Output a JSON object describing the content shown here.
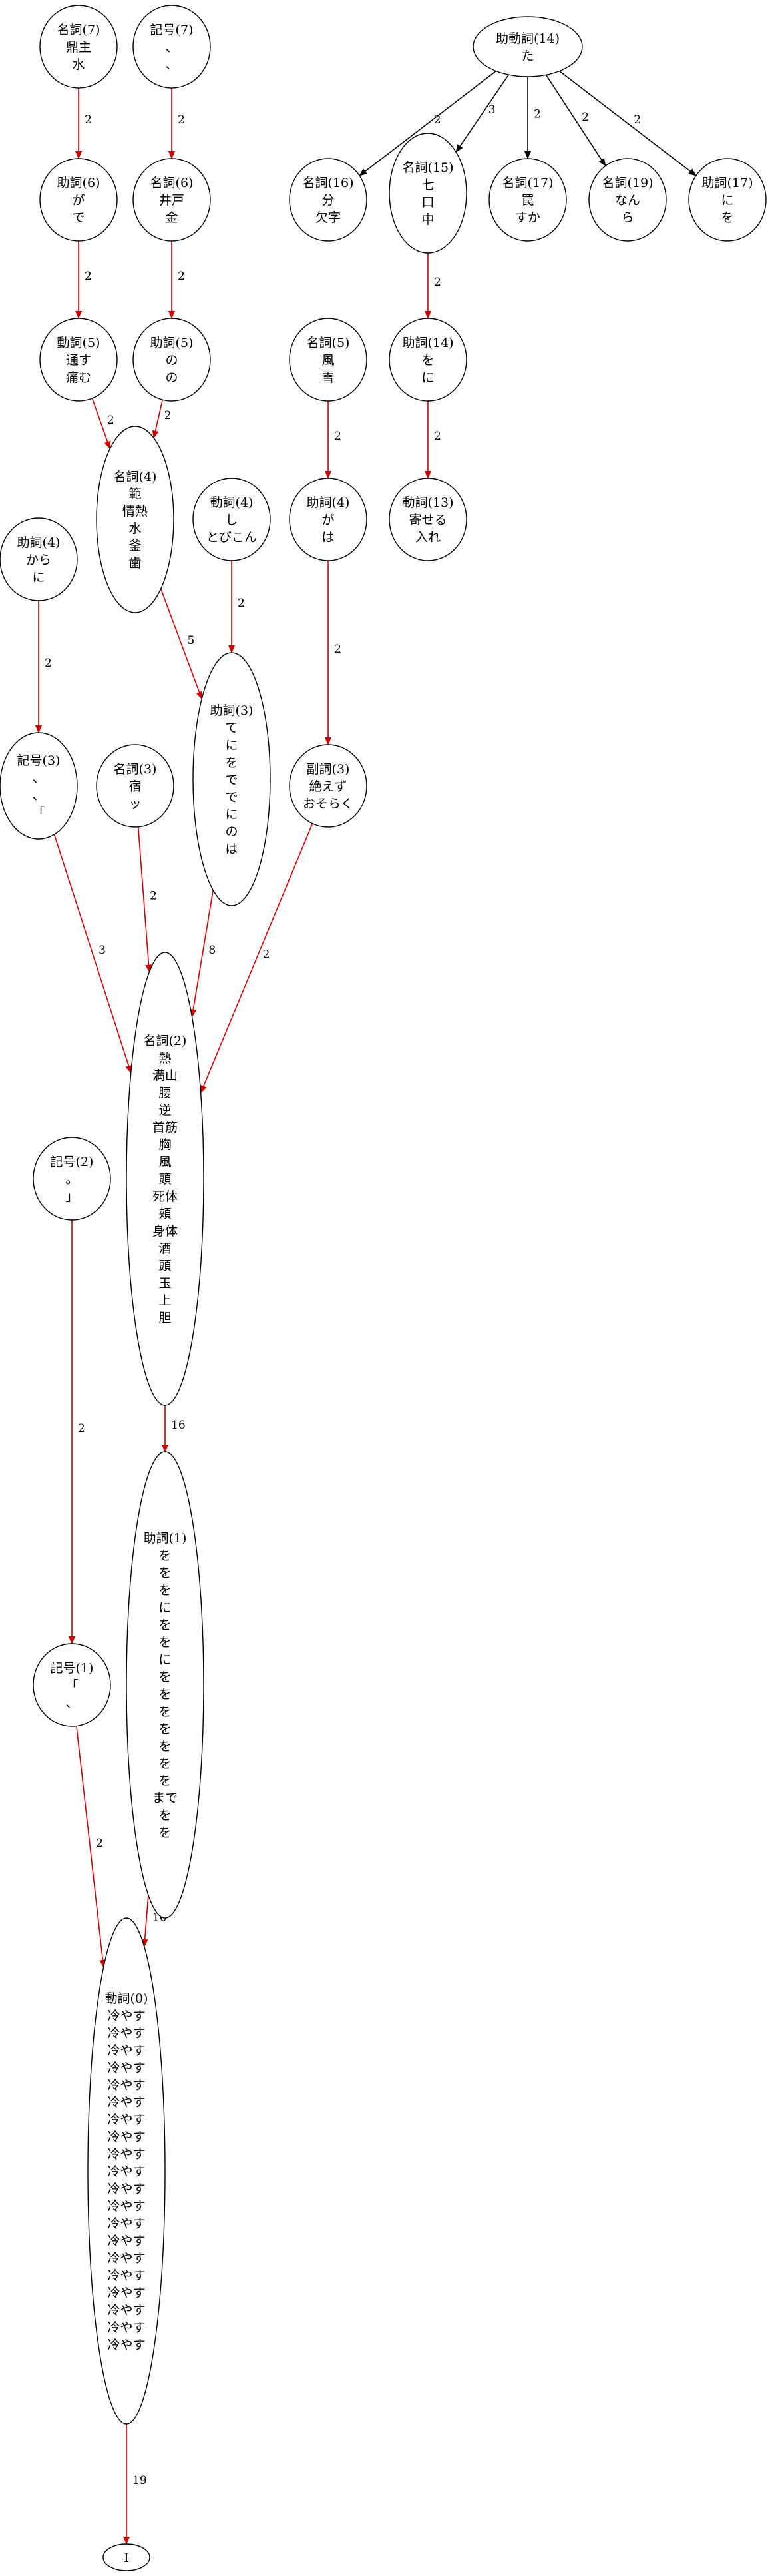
{
  "nodes": {
    "n1": {
      "lines": [
        "名詞(7)",
        "鼎主",
        "水"
      ]
    },
    "n2": {
      "lines": [
        "記号(7)",
        "、",
        "、"
      ]
    },
    "n3": {
      "lines": [
        "助動詞(14)",
        "た"
      ]
    },
    "n4": {
      "lines": [
        "助詞(6)",
        "が",
        "で"
      ]
    },
    "n5": {
      "lines": [
        "名詞(6)",
        "井戸",
        "金"
      ]
    },
    "n6": {
      "lines": [
        "名詞(16)",
        "分",
        "欠字"
      ]
    },
    "n7": {
      "lines": [
        "名詞(15)",
        "七",
        "口",
        "中"
      ]
    },
    "n8": {
      "lines": [
        "名詞(17)",
        "罠",
        "すか"
      ]
    },
    "n9": {
      "lines": [
        "名詞(19)",
        "なん",
        "ら"
      ]
    },
    "n10": {
      "lines": [
        "助詞(17)",
        "に",
        "を"
      ]
    },
    "n11": {
      "lines": [
        "動詞(5)",
        "通す",
        "痛む"
      ]
    },
    "n12": {
      "lines": [
        "助詞(5)",
        "の",
        "の"
      ]
    },
    "n13": {
      "lines": [
        "名詞(5)",
        "風",
        "雪"
      ]
    },
    "n14": {
      "lines": [
        "助詞(14)",
        "を",
        "に"
      ]
    },
    "n15": {
      "lines": [
        "助詞(4)",
        "から",
        "に"
      ]
    },
    "n16": {
      "lines": [
        "名詞(4)",
        "範",
        "情熱",
        "水",
        "釜",
        "歯"
      ]
    },
    "n17": {
      "lines": [
        "動詞(4)",
        "し",
        "とびこん"
      ]
    },
    "n18": {
      "lines": [
        "助詞(4)",
        "が",
        "は"
      ]
    },
    "n19": {
      "lines": [
        "動詞(13)",
        "寄せる",
        "入れ"
      ]
    },
    "n20": {
      "lines": [
        "記号(3)",
        "、",
        "、",
        "「"
      ]
    },
    "n21": {
      "lines": [
        "名詞(3)",
        "宿",
        "ッ"
      ]
    },
    "n22": {
      "lines": [
        "助詞(3)",
        "て",
        "に",
        "を",
        "で",
        "で",
        "に",
        "の",
        "は"
      ]
    },
    "n23": {
      "lines": [
        "副詞(3)",
        "絶えず",
        "おそらく"
      ]
    },
    "n24": {
      "lines": [
        "名詞(2)",
        "熱",
        "満山",
        "腰",
        "逆",
        "首筋",
        "胸",
        "風",
        "頭",
        "死体",
        "頬",
        "身体",
        "酒",
        "頭",
        "玉",
        "上",
        "胆"
      ]
    },
    "n25": {
      "lines": [
        "記号(2)",
        "。",
        "」"
      ]
    },
    "n26": {
      "lines": [
        "助詞(1)",
        "を",
        "を",
        "を",
        "に",
        "を",
        "を",
        "に",
        "を",
        "を",
        "を",
        "を",
        "を",
        "を",
        "を",
        "まで",
        "を",
        "を"
      ]
    },
    "n27": {
      "lines": [
        "記号(1)",
        "「",
        "、"
      ]
    },
    "n28": {
      "lines": [
        "動詞(0)",
        "冷やす",
        "冷やす",
        "冷やす",
        "冷やす",
        "冷やす",
        "冷やす",
        "冷やす",
        "冷やす",
        "冷やす",
        "冷やす",
        "冷やす",
        "冷やす",
        "冷やす",
        "冷やす",
        "冷やす",
        "冷やす",
        "冷やす",
        "冷やす",
        "冷やす",
        "冷やす"
      ]
    },
    "n29": {
      "lines": [
        "I"
      ]
    }
  },
  "edges": [
    {
      "from": "n1",
      "to": "n4",
      "label": "2",
      "color": "#cc0000"
    },
    {
      "from": "n2",
      "to": "n5",
      "label": "2",
      "color": "#cc0000"
    },
    {
      "from": "n3",
      "to": "n6",
      "label": "2",
      "color": "#000000"
    },
    {
      "from": "n3",
      "to": "n7",
      "label": "3",
      "color": "#000000"
    },
    {
      "from": "n3",
      "to": "n8",
      "label": "2",
      "color": "#000000"
    },
    {
      "from": "n3",
      "to": "n9",
      "label": "2",
      "color": "#000000"
    },
    {
      "from": "n3",
      "to": "n10",
      "label": "2",
      "color": "#000000"
    },
    {
      "from": "n4",
      "to": "n11",
      "label": "2",
      "color": "#cc0000"
    },
    {
      "from": "n5",
      "to": "n12",
      "label": "2",
      "color": "#cc0000"
    },
    {
      "from": "n7",
      "to": "n14",
      "label": "2",
      "color": "#cc0000"
    },
    {
      "from": "n11",
      "to": "n16",
      "label": "2",
      "color": "#cc0000"
    },
    {
      "from": "n12",
      "to": "n16",
      "label": "2",
      "color": "#cc0000"
    },
    {
      "from": "n13",
      "to": "n18",
      "label": "2",
      "color": "#cc0000"
    },
    {
      "from": "n14",
      "to": "n19",
      "label": "2",
      "color": "#cc0000"
    },
    {
      "from": "n15",
      "to": "n20",
      "label": "2",
      "color": "#cc0000"
    },
    {
      "from": "n16",
      "to": "n22",
      "label": "5",
      "color": "#cc0000"
    },
    {
      "from": "n17",
      "to": "n22",
      "label": "2",
      "color": "#cc0000"
    },
    {
      "from": "n18",
      "to": "n23",
      "label": "2",
      "color": "#cc0000"
    },
    {
      "from": "n20",
      "to": "n24",
      "label": "3",
      "color": "#cc0000"
    },
    {
      "from": "n21",
      "to": "n24",
      "label": "2",
      "color": "#cc0000"
    },
    {
      "from": "n22",
      "to": "n24",
      "label": "8",
      "color": "#cc0000"
    },
    {
      "from": "n23",
      "to": "n24",
      "label": "2",
      "color": "#cc0000"
    },
    {
      "from": "n24",
      "to": "n26",
      "label": "16",
      "color": "#cc0000"
    },
    {
      "from": "n25",
      "to": "n27",
      "label": "2",
      "color": "#cc0000"
    },
    {
      "from": "n26",
      "to": "n28",
      "label": "16",
      "color": "#cc0000"
    },
    {
      "from": "n27",
      "to": "n28",
      "label": "2",
      "color": "#cc0000"
    },
    {
      "from": "n28",
      "to": "n29",
      "label": "19",
      "color": "#cc0000"
    }
  ]
}
